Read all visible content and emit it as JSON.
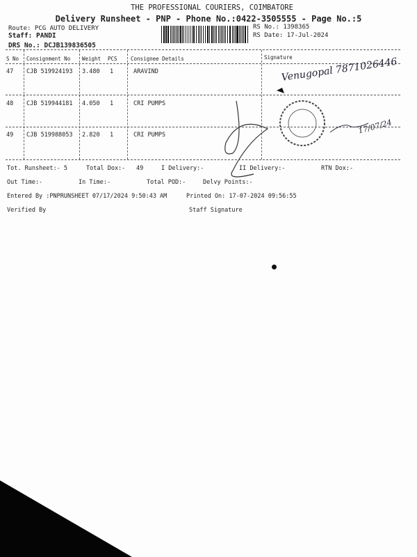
{
  "header": {
    "company": "THE PROFESSIONAL COURIERS, COIMBATORE",
    "title": "Delivery Runsheet - PNP - Phone No.:0422-3505555 - Page No.:5",
    "route": "Route: PCG AUTO DELIVERY",
    "staff": "Staff: PANDI",
    "drs": "DRS No.: DCJB139836505",
    "rs_no": "RS No.: 1398365",
    "rs_date": "RS Date: 17-Jul-2024"
  },
  "table": {
    "columns": [
      "S No",
      "Consignment No",
      "Weight",
      "PCS",
      "Consignee Details",
      "Signature"
    ],
    "rows": [
      {
        "sno": "47",
        "cno": "CJB 519924193",
        "weight": "3.480",
        "pcs": "1",
        "consignee": "ARAVIND"
      },
      {
        "sno": "48",
        "cno": "CJB 519944181",
        "weight": "4.050",
        "pcs": "1",
        "consignee": "CRI PUMPS"
      },
      {
        "sno": "49",
        "cno": "CJB 519988053",
        "weight": "2.820",
        "pcs": "1",
        "consignee": "CRI PUMPS"
      }
    ]
  },
  "summary": {
    "tot_runsheet": "Tot. Runsheet:- 5",
    "total_dox": "Total Dox:-",
    "total_dox_val": "49",
    "i_delivery": "I Delivery:-",
    "ii_delivery": "II Delivery:-",
    "rtn_dox": "RTN Dox:-",
    "out_time": "Out Time:-",
    "in_time": "In Time:-",
    "total_pod": "Total POD:-",
    "delvy_points": "Delvy Points:-",
    "entered_by": "Entered By :PNPRUNSHEET 07/17/2024 9:50:43 AM",
    "printed_on": "Printed On: 17-07-2024 09:56:55",
    "verified_by": "Verified By",
    "staff_signature": "Staff Signature"
  },
  "handwriting": {
    "signature_1": "Venugopal 7871026446",
    "signature_2": "17/07/24"
  }
}
